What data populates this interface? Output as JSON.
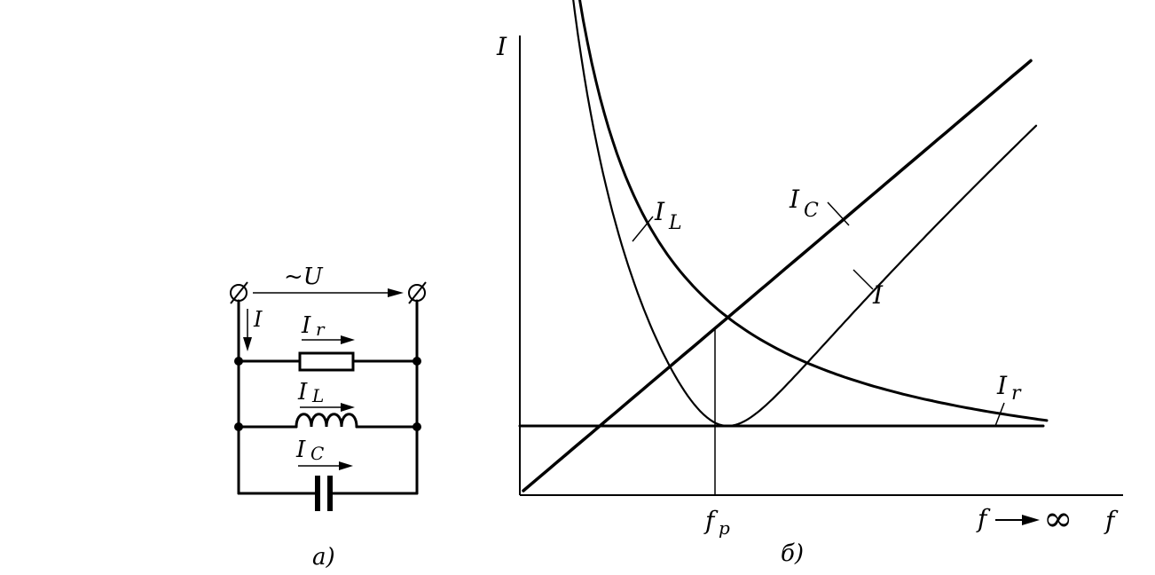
{
  "circuit": {
    "voltage_label": "~U",
    "current_label": "I",
    "branches": [
      {
        "symbol": "I",
        "subscript": "r"
      },
      {
        "symbol": "I",
        "subscript": "L"
      },
      {
        "symbol": "I",
        "subscript": "C"
      }
    ],
    "caption": "a)"
  },
  "plot": {
    "y_label": "I",
    "x_label": "f",
    "x_tick": {
      "symbol": "f",
      "subscript": "p"
    },
    "infinity_label": "f",
    "infinity_symbol": "∞",
    "caption": "б)",
    "curve_labels": [
      {
        "id": "IL",
        "symbol": "I",
        "subscript": "L"
      },
      {
        "id": "IC",
        "symbol": "I",
        "subscript": "C"
      },
      {
        "id": "I",
        "symbol": "I",
        "subscript": ""
      },
      {
        "id": "Ir",
        "symbol": "I",
        "subscript": "r"
      }
    ]
  },
  "colors": {
    "ink": "#000000",
    "background": "#ffffff"
  }
}
